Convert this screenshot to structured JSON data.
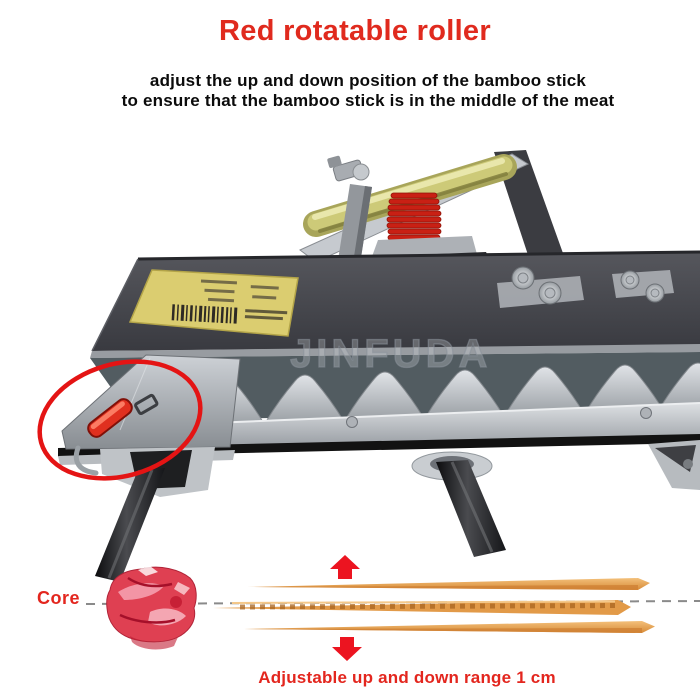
{
  "header": {
    "title": "Red rotatable roller",
    "subtitle_line1": "adjust the up and down position of the bamboo stick",
    "subtitle_line2": "to ensure that the bamboo stick is in the middle of the meat"
  },
  "photo": {
    "watermark": "JINFUDA"
  },
  "annotations": {
    "core_label": "Core",
    "bottom_caption": "Adjustable up and down range 1 cm"
  },
  "colors": {
    "title_red": "#e02a1e",
    "accent_red": "#e41414",
    "arrow_red": "#ec1420",
    "roller_red": "#e0301f",
    "spring_red": "#c92014",
    "skewer_orange": "#e9a455",
    "machine_gray": "#4a4b51",
    "label_yellow": "#dbcd70",
    "watermark_gray": "#8b929a"
  }
}
